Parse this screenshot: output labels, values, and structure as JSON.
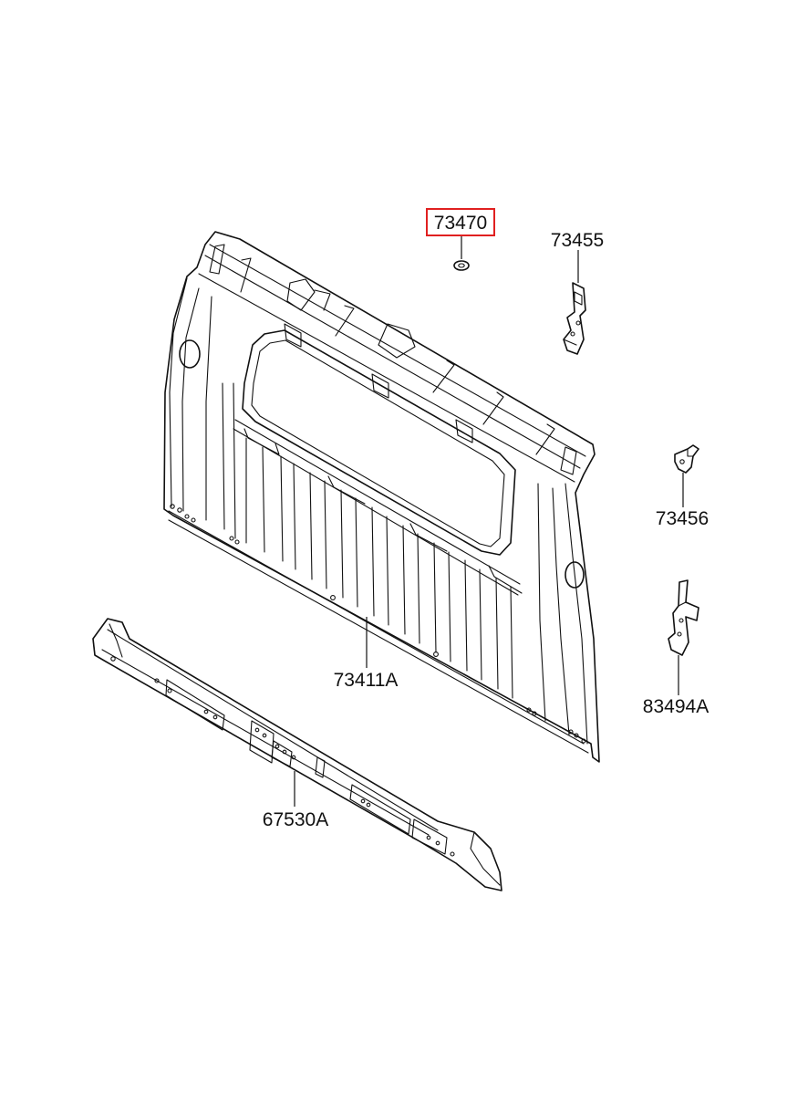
{
  "diagram": {
    "highlight_color": "#e02020",
    "callouts": [
      {
        "id": "73470",
        "text": "73470",
        "highlighted": true
      },
      {
        "id": "73455",
        "text": "73455",
        "highlighted": false
      },
      {
        "id": "73456",
        "text": "73456",
        "highlighted": false
      },
      {
        "id": "83494A",
        "text": "83494A",
        "highlighted": false
      },
      {
        "id": "73411A",
        "text": "73411A",
        "highlighted": false
      },
      {
        "id": "67530A",
        "text": "67530A",
        "highlighted": false
      }
    ]
  }
}
